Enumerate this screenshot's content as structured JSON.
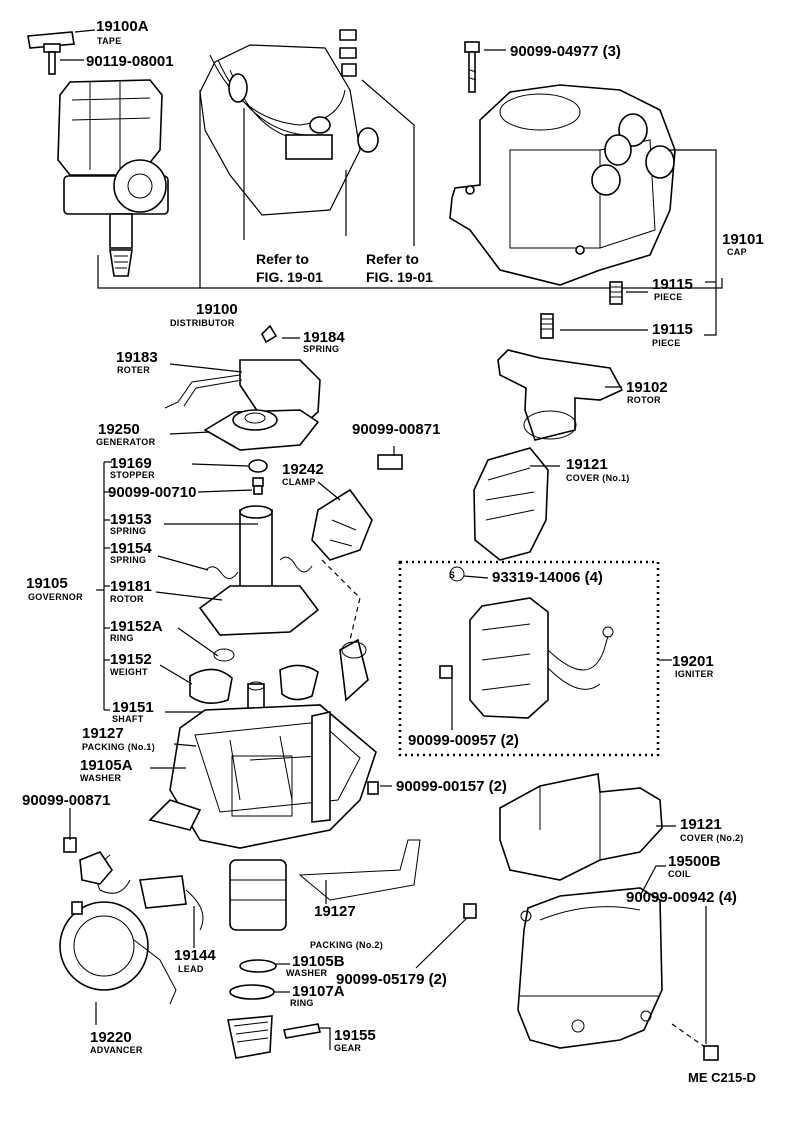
{
  "parts": {
    "p19100A": {
      "number": "19100A",
      "name": "TAPE"
    },
    "p90119_08001": {
      "number": "90119-08001"
    },
    "ref1": {
      "line1": "Refer to",
      "line2": "FIG. 19-01"
    },
    "ref2": {
      "line1": "Refer to",
      "line2": "FIG. 19-01"
    },
    "p19100": {
      "number": "19100",
      "name": "DISTRIBUTOR"
    },
    "p90099_04977": {
      "number": "90099-04977 (3)"
    },
    "p19101": {
      "number": "19101",
      "name": "CAP"
    },
    "p19115a": {
      "number": "19115",
      "name": "PIECE"
    },
    "p19115b": {
      "number": "19115",
      "name": "PIECE"
    },
    "p19184": {
      "number": "19184",
      "name": "SPRING"
    },
    "p19183": {
      "number": "19183",
      "name": "ROTER"
    },
    "p19102": {
      "number": "19102",
      "name": "ROTOR"
    },
    "p19250": {
      "number": "19250",
      "name": "GENERATOR"
    },
    "p90099_00871a": {
      "number": "90099-00871"
    },
    "p19169": {
      "number": "19169",
      "name": "STOPPER"
    },
    "p19242": {
      "number": "19242",
      "name": "CLAMP"
    },
    "p19121a": {
      "number": "19121",
      "name": "COVER (No.1)"
    },
    "p90099_00710": {
      "number": "90099-00710"
    },
    "p19153": {
      "number": "19153",
      "name": "SPRING"
    },
    "p19154": {
      "number": "19154",
      "name": "SPRING"
    },
    "p93319_14006": {
      "marker": "S",
      "number": "93319-14006 (4)"
    },
    "p19105": {
      "number": "19105",
      "name": "GOVERNOR"
    },
    "p19181": {
      "number": "19181",
      "name": "ROTOR"
    },
    "p19152A": {
      "number": "19152A",
      "name": "RING"
    },
    "p19201": {
      "number": "19201",
      "name": "IGNITER"
    },
    "p19152": {
      "number": "19152",
      "name": "WEIGHT"
    },
    "p19151": {
      "number": "19151",
      "name": "SHAFT"
    },
    "p90099_00957": {
      "number": "90099-00957 (2)"
    },
    "p19127a": {
      "number": "19127",
      "name": "PACKING (No.1)"
    },
    "p19105A": {
      "number": "19105A",
      "name": "WASHER"
    },
    "p90099_00157": {
      "number": "90099-00157 (2)"
    },
    "p90099_00871b": {
      "number": "90099-00871"
    },
    "p19121b": {
      "number": "19121",
      "name": "COVER (No.2)"
    },
    "p19500B": {
      "number": "19500B",
      "name": "COIL"
    },
    "p90099_00942": {
      "number": "90099-00942 (4)"
    },
    "p19127b": {
      "number": "19127",
      "name": "PACKING (No.2)"
    },
    "p19144": {
      "number": "19144",
      "name": "LEAD"
    },
    "p19105B": {
      "number": "19105B",
      "name": "WASHER"
    },
    "p90099_05179": {
      "number": "90099-05179 (2)"
    },
    "p19107A": {
      "number": "19107A",
      "name": "RING"
    },
    "p19155": {
      "number": "19155",
      "name": "GEAR"
    },
    "p19220": {
      "number": "19220",
      "name": "ADVANCER"
    }
  },
  "footer": {
    "code": "ME  C215-D"
  }
}
